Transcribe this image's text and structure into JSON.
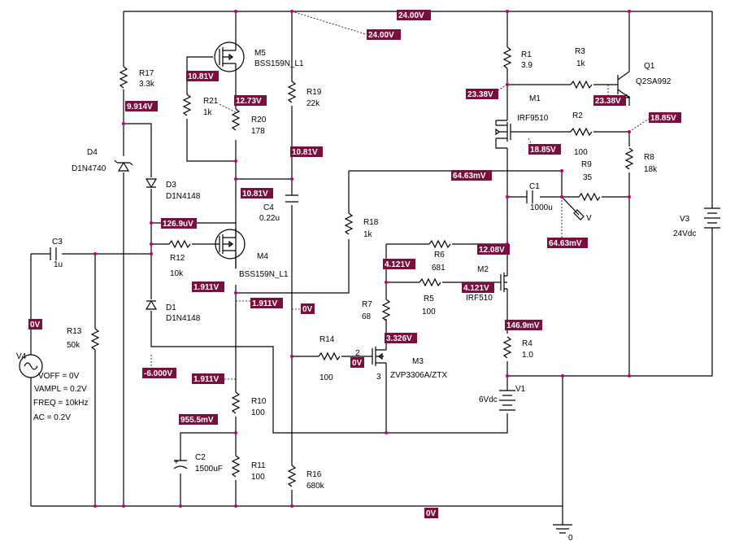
{
  "components": {
    "r17": {
      "ref": "R17",
      "value": "3.3k"
    },
    "r21": {
      "ref": "R21",
      "value": "1k"
    },
    "r20": {
      "ref": "R20",
      "value": "178"
    },
    "r19": {
      "ref": "R19",
      "value": "22k"
    },
    "m5": {
      "ref": "M5",
      "model": "BSS159N_L1"
    },
    "m4": {
      "ref": "M4",
      "model": "BSS159N_L1"
    },
    "d4": {
      "ref": "D4",
      "model": "D1N4740"
    },
    "d3": {
      "ref": "D3",
      "model": "D1N4148"
    },
    "d1": {
      "ref": "D1",
      "model": "D1N4148"
    },
    "c3": {
      "ref": "C3",
      "value": "1u"
    },
    "c4": {
      "ref": "C4",
      "value": "0.22u"
    },
    "r12": {
      "ref": "R12",
      "value": "10k"
    },
    "r13": {
      "ref": "R13",
      "value": "50k"
    },
    "r18": {
      "ref": "R18",
      "value": "1k"
    },
    "r10": {
      "ref": "R10",
      "value": "100"
    },
    "r11": {
      "ref": "R11",
      "value": "100"
    },
    "c2": {
      "ref": "C2",
      "value": "1500uF"
    },
    "r16": {
      "ref": "R16",
      "value": "680k"
    },
    "r14": {
      "ref": "R14",
      "value": "100"
    },
    "m3": {
      "ref": "M3",
      "model": "ZVP3306A/ZTX",
      "pin_gate": "2",
      "pin_source": "3"
    },
    "r7": {
      "ref": "R7",
      "value": "68"
    },
    "r6": {
      "ref": "R6",
      "value": "681"
    },
    "r5": {
      "ref": "R5",
      "value": "100"
    },
    "m2": {
      "ref": "M2",
      "model": "IRF510"
    },
    "r4": {
      "ref": "R4",
      "value": "1.0"
    },
    "v1": {
      "ref": "V1",
      "value": "6Vdc"
    },
    "r1": {
      "ref": "R1",
      "value": "3.9"
    },
    "r3": {
      "ref": "R3",
      "value": "1k"
    },
    "q1": {
      "ref": "Q1",
      "model": "Q2SA992"
    },
    "m1": {
      "ref": "M1",
      "model": "IRF9510"
    },
    "r2": {
      "ref": "R2",
      "value": "100"
    },
    "r8": {
      "ref": "R8",
      "value": "18k"
    },
    "r9": {
      "ref": "R9",
      "value": "35"
    },
    "c1": {
      "ref": "C1",
      "value": "1000u"
    },
    "v3": {
      "ref": "V3",
      "value": "24Vdc"
    },
    "v4": {
      "ref": "V4",
      "voff": "VOFF = 0V",
      "vampl": "VAMPL = 0.2V",
      "freq": "FREQ = 10kHz",
      "ac": "AC = 0.2V"
    },
    "probe": {
      "label": "V"
    },
    "ground": {
      "label": "0"
    }
  },
  "voltages": {
    "top_rail": "24.00V",
    "top_rail_b": "24.00V",
    "m5_gate": "10.81V",
    "m5_source": "12.73V",
    "r17_bottom": "9.914V",
    "r19_bottom": "10.81V",
    "m4_drain": "10.81V",
    "d3_cathode": "126.9uV",
    "m4_gate": "1.911V",
    "m4_source": "1.911V",
    "m4_source_b": "1.911V",
    "zero_mid": "0V",
    "v4_top": "0V",
    "d1_anode": "-6.000V",
    "c2_top": "955.5mV",
    "ground_rail": "0V",
    "r1_bottom": "23.38V",
    "q1_base": "23.38V",
    "q1_collector": "18.85V",
    "m1_gate": "18.85V",
    "c1_left": "64.63mV",
    "c1_right": "64.63mV",
    "m2_drain": "12.08V",
    "m2_gate": "4.121V",
    "r7_top": "4.121V",
    "m3_source": "3.326V",
    "m3_gate": "0V",
    "m2_source": "146.9mV"
  }
}
